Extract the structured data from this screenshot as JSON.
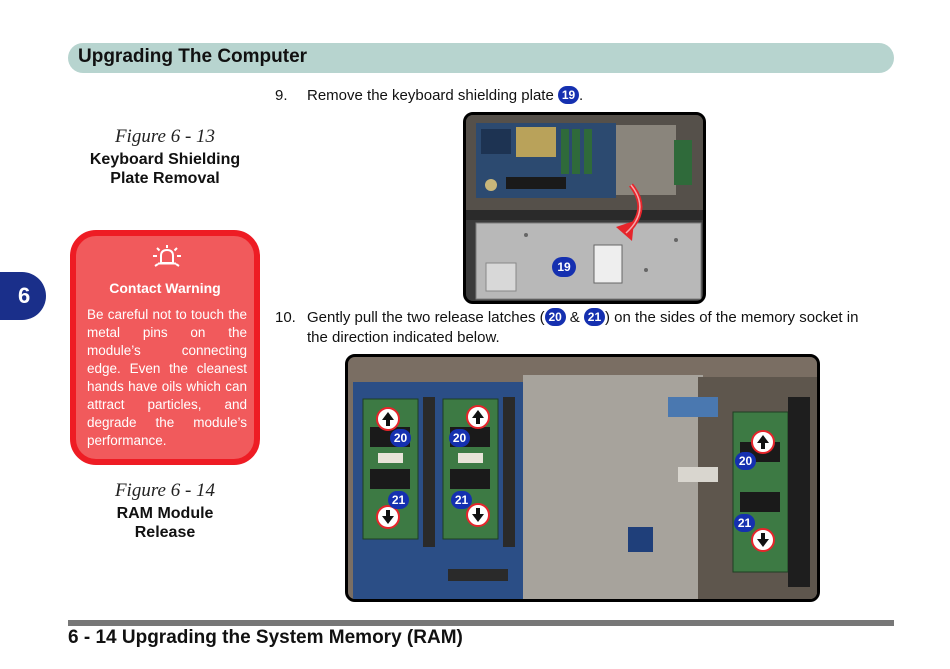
{
  "header": {
    "title": "Upgrading The Computer"
  },
  "chapter_tab": {
    "number": "6"
  },
  "figure1": {
    "number": "Figure 6 - 13",
    "title_line1": "Keyboard Shielding",
    "title_line2": "Plate Removal"
  },
  "warning": {
    "icon": "warning-bell-icon",
    "title": "Contact Warning",
    "text": "Be careful not to touch the metal pins on the module’s connecting edge. Even the cleanest hands have oils which can attract particles, and degrade the module’s performance."
  },
  "figure2": {
    "number": "Figure 6 - 14",
    "title_line1": "RAM Module",
    "title_line2": "Release"
  },
  "step9": {
    "number": "9.",
    "text": "Remove the keyboard shielding plate",
    "badge": "19",
    "suffix": "."
  },
  "step10": {
    "number": "10.",
    "text_before": "Gently pull the two release latches (",
    "badge_a": "20",
    "amp": " & ",
    "badge_b": "21",
    "text_after": ") on the sides of the memory socket in",
    "line2": "the direction indicated below."
  },
  "photo1": {
    "label": "19"
  },
  "photo2": {
    "labels_20": [
      "20",
      "20",
      "20"
    ],
    "labels_21": [
      "21",
      "21",
      "21"
    ]
  },
  "footer": {
    "title": "6  -  14  Upgrading the System Memory (RAM)"
  }
}
